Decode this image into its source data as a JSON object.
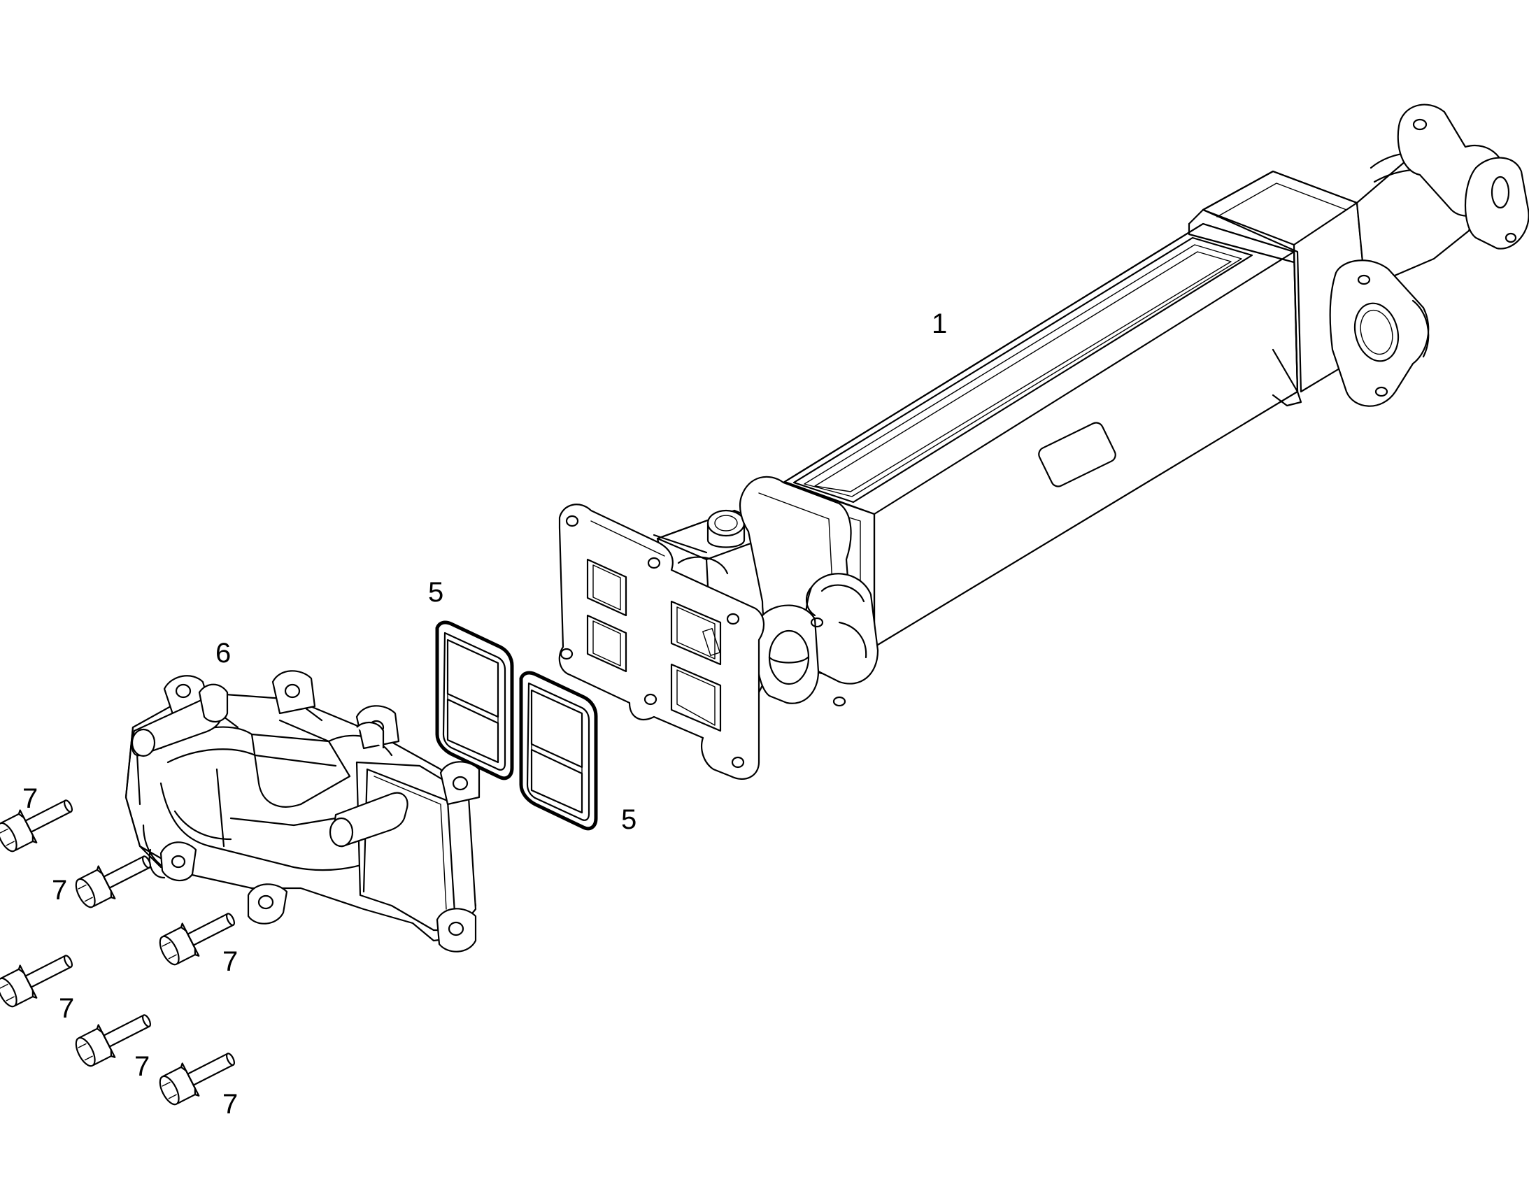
{
  "callouts": {
    "c1": "1",
    "c5a": "5",
    "c5b": "5",
    "c6": "6",
    "c7a": "7",
    "c7b": "7",
    "c7c": "7",
    "c7d": "7",
    "c7e": "7",
    "c7f": "7"
  },
  "colors": {
    "line": "#000000",
    "background": "#ffffff"
  }
}
